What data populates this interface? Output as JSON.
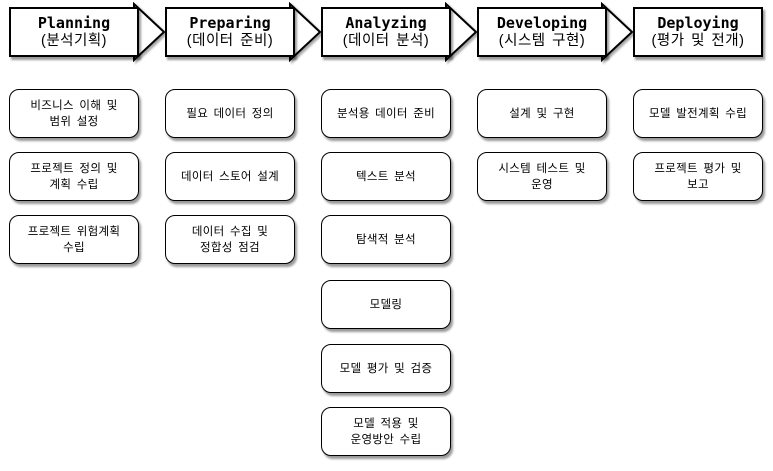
{
  "diagram": {
    "title": "Data analytics methodology process flow",
    "colors": {
      "background": "#ffffff",
      "box_fill": "#ffffff",
      "box_border": "#000000",
      "shadow_gray": "#999999",
      "text": "#000000"
    },
    "phases": [
      {
        "name": "Planning",
        "subtitle": "(분석기획)",
        "tasks": [
          "비즈니스 이해 및\n범위 설정",
          "프로젝트 정의 및\n계획 수립",
          "프로젝트 위험계획\n수립"
        ]
      },
      {
        "name": "Preparing",
        "subtitle": "(데이터 준비)",
        "tasks": [
          "필요 데이터 정의",
          "데이터 스토어 설계",
          "데이터 수집 및\n정합성 점검"
        ]
      },
      {
        "name": "Analyzing",
        "subtitle": "(데이터 분석)",
        "tasks": [
          "분석용 데이터 준비",
          "텍스트 분석",
          "탐색적 분석",
          "모델링",
          "모델 평가 및 검증",
          "모델 적용 및\n운영방안 수립"
        ]
      },
      {
        "name": "Developing",
        "subtitle": "(시스템 구현)",
        "tasks": [
          "설계 및 구현",
          "시스템 테스트 및\n운영"
        ]
      },
      {
        "name": "Deploying",
        "subtitle": "(평가 및 전개)",
        "tasks": [
          "모델 발전계획 수립",
          "프로젝트 평가 및\n보고"
        ]
      }
    ]
  }
}
